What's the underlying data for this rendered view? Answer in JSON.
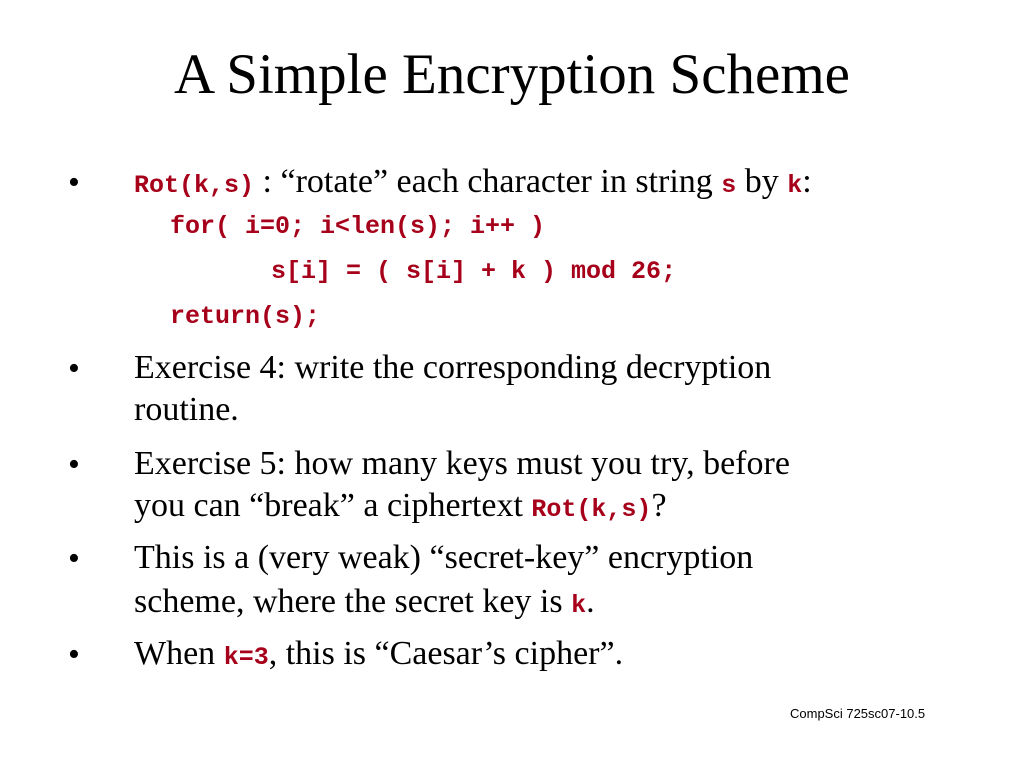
{
  "title": "A Simple Encryption Scheme",
  "bullet_symbol": "•",
  "bullet1": {
    "code_func": "Rot(k,s)",
    "text_a": " : “rotate” each character in string ",
    "code_s": "s",
    "text_b": " by ",
    "code_k": "k",
    "text_c": ":",
    "code_lines": [
      "for( i=0; i<len(s); i++ )",
      "s[i] = ( s[i] + k ) mod 26;",
      "return(s);"
    ]
  },
  "bullet2": {
    "line1": "Exercise 4: write the corresponding decryption",
    "line2": "routine."
  },
  "bullet3": {
    "line1": "Exercise 5: how many keys must you try, before",
    "line2_text": "you can “break” a ciphertext ",
    "line2_code": "Rot(k,s)",
    "line2_end": "?"
  },
  "bullet4": {
    "line1": "This is a (very weak) “secret-key” encryption",
    "line2_text": "scheme, where the secret key is ",
    "line2_code": "k",
    "line2_end": "."
  },
  "bullet5": {
    "text_a": "When ",
    "code": "k=3",
    "text_b": ", this is “Caesar’s cipher”."
  },
  "footer": "CompSci 725sc07-10.5",
  "colors": {
    "code": "#a6001a",
    "text": "#000000",
    "background": "#ffffff"
  }
}
